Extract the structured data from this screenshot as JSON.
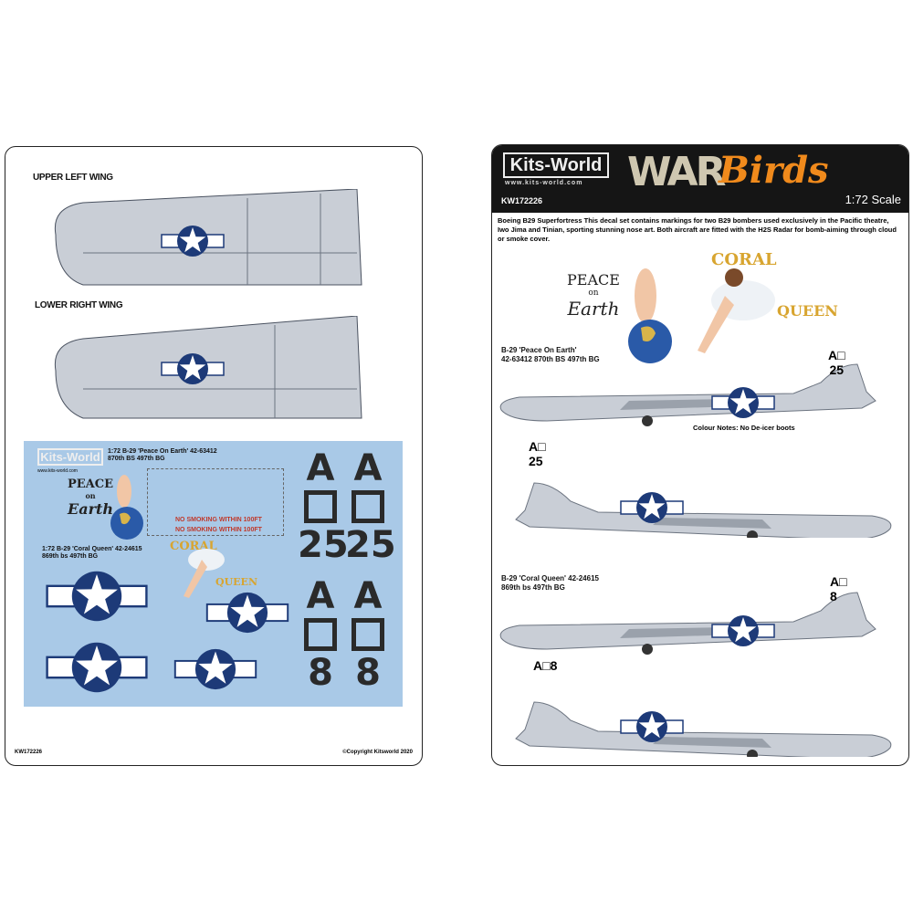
{
  "left_sheet": {
    "wing_labels": [
      "UPPER LEFT WING",
      "LOWER RIGHT WING"
    ],
    "decal_sheet": {
      "logo": "Kits-World",
      "logo_url": "www.kits-world.com",
      "peace_caption": [
        "1:72 B-29 'Peace On Earth' 42-63412",
        "870th BS 497th BG"
      ],
      "coral_caption": [
        "1:72 B-29 'Coral Queen' 42-24615",
        "869th bs 497th BG"
      ],
      "peace_art": [
        "PEACE",
        "on",
        "Earth"
      ],
      "coral_art": [
        "CORAL",
        "QUEEN"
      ],
      "no_smoking": "NO SMOKING WITHIN 100FT",
      "codes": [
        {
          "letter": "A",
          "number": "25"
        },
        {
          "letter": "A",
          "number": "25"
        },
        {
          "letter": "A",
          "number": "8"
        },
        {
          "letter": "A",
          "number": "8"
        }
      ]
    },
    "footer_code": "KW172226",
    "copyright": "©Copyright Kitsworld 2020"
  },
  "right_sheet": {
    "logo": "Kits-World",
    "logo_url": "www.kits-world.com",
    "code": "KW172226",
    "title_war": "WAR",
    "title_birds": "Birds",
    "scale": "1:72 Scale",
    "description": "Boeing B29 Superfortress  This decal set contains markings for two B29 bombers used exclusively in the Pacific theatre, Iwo Jima and Tinian, sporting stunning nose art. Both aircraft are fitted with the H2S Radar for bomb-aiming through cloud or smoke cover.",
    "peace_art": [
      "PEACE",
      "on",
      "Earth"
    ],
    "coral_art": [
      "CORAL",
      "QUEEN"
    ],
    "aircraft": [
      {
        "caption": [
          "B-29 'Peace On Earth'",
          "42-63412 870th BS 497th BG"
        ],
        "tail": "A",
        "number": "25"
      },
      {
        "caption": [
          "B-29 'Coral Queen' 42-24615",
          "869th bs 497th BG"
        ],
        "tail": "A",
        "number": "8"
      }
    ],
    "colour_notes": "Colour Notes:  No De-icer boots"
  },
  "colors": {
    "decal_bg": "#a9c9e7",
    "insignia_blue": "#1d3a78",
    "aircraft_silver": "#c9ced6"
  }
}
